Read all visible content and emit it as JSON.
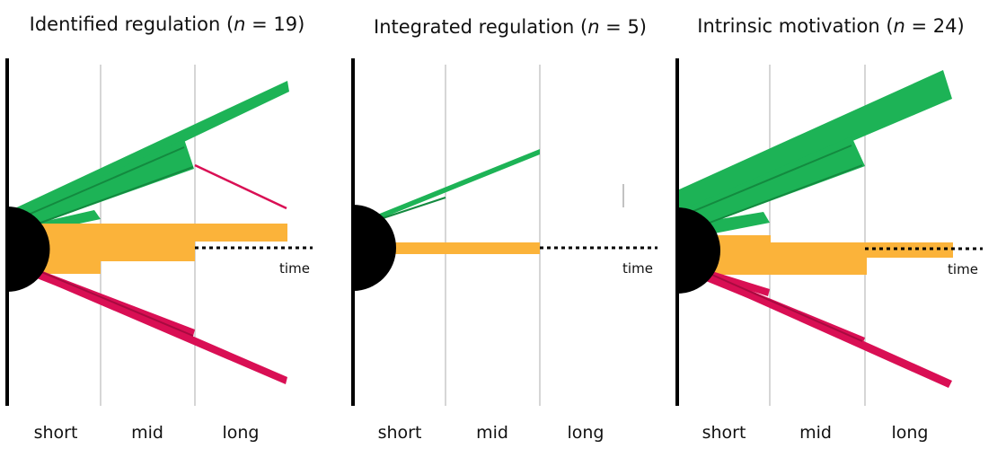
{
  "panels": [
    {
      "title_prefix": "Identified regulation (",
      "title_var": "n",
      "title_suffix": " = 19)",
      "phases": [
        "short",
        "mid",
        "long"
      ],
      "time_label": "time"
    },
    {
      "title_prefix": "Integrated regulation (",
      "title_var": "n",
      "title_suffix": " = 5)",
      "phases": [
        "short",
        "mid",
        "long"
      ],
      "time_label": "time"
    },
    {
      "title_prefix": "Intrinsic motivation (",
      "title_var": "n",
      "title_suffix": " = 24)",
      "phases": [
        "short",
        "mid",
        "long"
      ],
      "time_label": "time"
    }
  ],
  "colors": {
    "green": "#1db356",
    "green_dark": "#138a3f",
    "orange": "#fbb33a",
    "red": "#d90f54",
    "red_dark": "#a80a40",
    "axis": "#000000",
    "divider": "#9a9a9a"
  }
}
